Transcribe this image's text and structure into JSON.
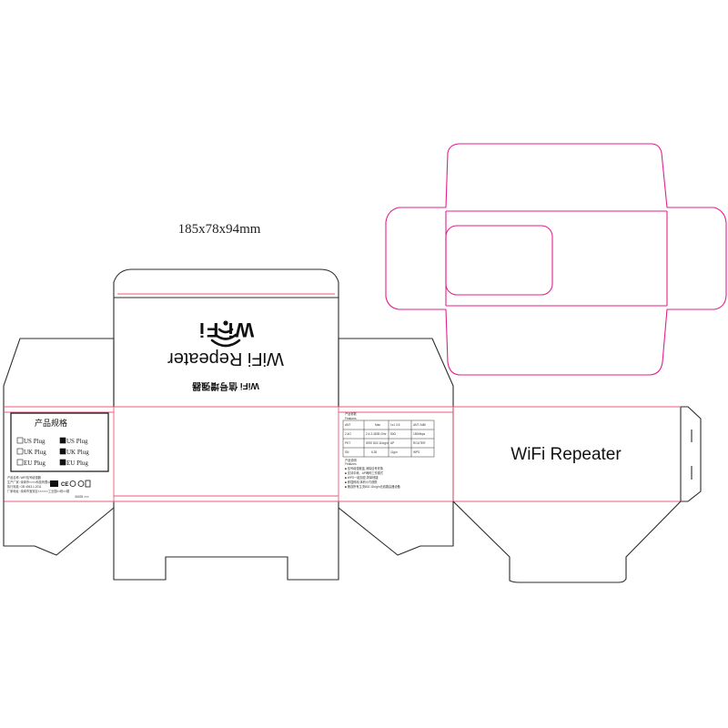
{
  "dimensions": "185x78x94mm",
  "product_name": "WiFi Repeater",
  "chinese_name": "WiFi 信号增强器",
  "logo_text": "Wi  Fi",
  "spec_panel": {
    "title": "产品规格",
    "plugs": [
      {
        "label": "US Plug",
        "checked": false
      },
      {
        "label": "UK Plug",
        "checked": false
      },
      {
        "label": "EU Plug",
        "checked": false
      },
      {
        "label": "US Plug",
        "checked": true
      },
      {
        "label": "UK Plug",
        "checked": true
      },
      {
        "label": "EU Plug",
        "checked": true
      }
    ],
    "info_lines": [
      "产品名称: WiFi信号增强器",
      "生产厂家: 深圳市××××科技有限公司",
      "执行标准: GB 4943.1-2011",
      "厂家地址: 深圳市宝安区××××××工业园××栋××楼"
    ],
    "code_text": "06025 ×××"
  },
  "side_panel": {
    "heading_cn": "产品参数",
    "heading_en": "Features",
    "table_rows": [
      [
        "ANT",
        "Max",
        "1x1 3.5",
        "ANT 2dBi"
      ],
      [
        "2.4G",
        "2.4-2.4835 GHz",
        "50Ω",
        "150Mbps"
      ],
      [
        "PKT",
        "IEEE 802.11b/g/n",
        "AP",
        "ROUTER"
      ],
      [
        "SN",
        "6.35",
        "11g/n",
        "WPS"
      ]
    ],
    "section2_cn": "产品说明",
    "section2_en": "Features",
    "notes": [
      "■ 信号增强覆盖,消除信号死角",
      "■ 支持中继、AP两种工作模式",
      "■ WPS一键加密,简单快捷",
      "■ 即插即用,体积小巧便携",
      "■ 兼容所有主流802.11b/g/n无线路由器设备"
    ]
  }
}
